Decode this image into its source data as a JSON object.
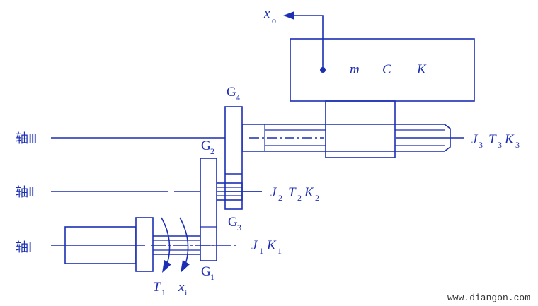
{
  "block": {
    "m": "m",
    "c": "C",
    "k": "K"
  },
  "output": {
    "symbol": "x",
    "subscript": "o"
  },
  "shafts": {
    "s3": {
      "label": "轴Ⅲ",
      "params": [
        {
          "sym": "J",
          "sub": "3"
        },
        {
          "sym": "T",
          "sub": "3"
        },
        {
          "sym": "K",
          "sub": "3"
        }
      ]
    },
    "s2": {
      "label": "轴Ⅱ",
      "params": [
        {
          "sym": "J",
          "sub": "2"
        },
        {
          "sym": "T",
          "sub": "2"
        },
        {
          "sym": "K",
          "sub": "2"
        }
      ]
    },
    "s1": {
      "label": "轴Ⅰ",
      "params": [
        {
          "sym": "J",
          "sub": "1"
        },
        {
          "sym": "K",
          "sub": "1"
        }
      ]
    }
  },
  "gears": {
    "g4": {
      "sym": "G",
      "sub": "4"
    },
    "g2": {
      "sym": "G",
      "sub": "2"
    },
    "g3": {
      "sym": "G",
      "sub": "3"
    },
    "g1": {
      "sym": "G",
      "sub": "1"
    }
  },
  "inputs": {
    "t1": {
      "sym": "T",
      "sub": "1"
    },
    "x1": {
      "sym": "x",
      "sub": "i"
    }
  },
  "watermark": "www.diangon.com"
}
